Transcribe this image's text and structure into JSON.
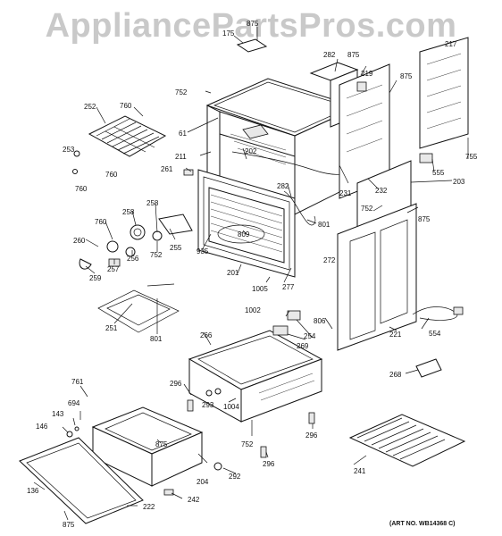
{
  "watermark": "AppliancePartsPros.com",
  "art_no": "(ART NO. WB14368 C)",
  "callouts": [
    "875",
    "175",
    "282",
    "875",
    "217",
    "752",
    "219",
    "875",
    "252",
    "760",
    "61",
    "211",
    "202",
    "755",
    "253",
    "261",
    "555",
    "203",
    "760",
    "760",
    "282",
    "231",
    "232",
    "258",
    "752",
    "875",
    "760",
    "258",
    "801",
    "809",
    "260",
    "255",
    "935",
    "272",
    "256",
    "752",
    "201",
    "257",
    "259",
    "1005",
    "277",
    "1002",
    "806",
    "254",
    "554",
    "251",
    "801",
    "266",
    "221",
    "269",
    "268",
    "761",
    "296",
    "293",
    "1004",
    "694",
    "143",
    "146",
    "875",
    "296",
    "752",
    "292",
    "241",
    "136",
    "204",
    "296",
    "222",
    "242",
    "875"
  ]
}
